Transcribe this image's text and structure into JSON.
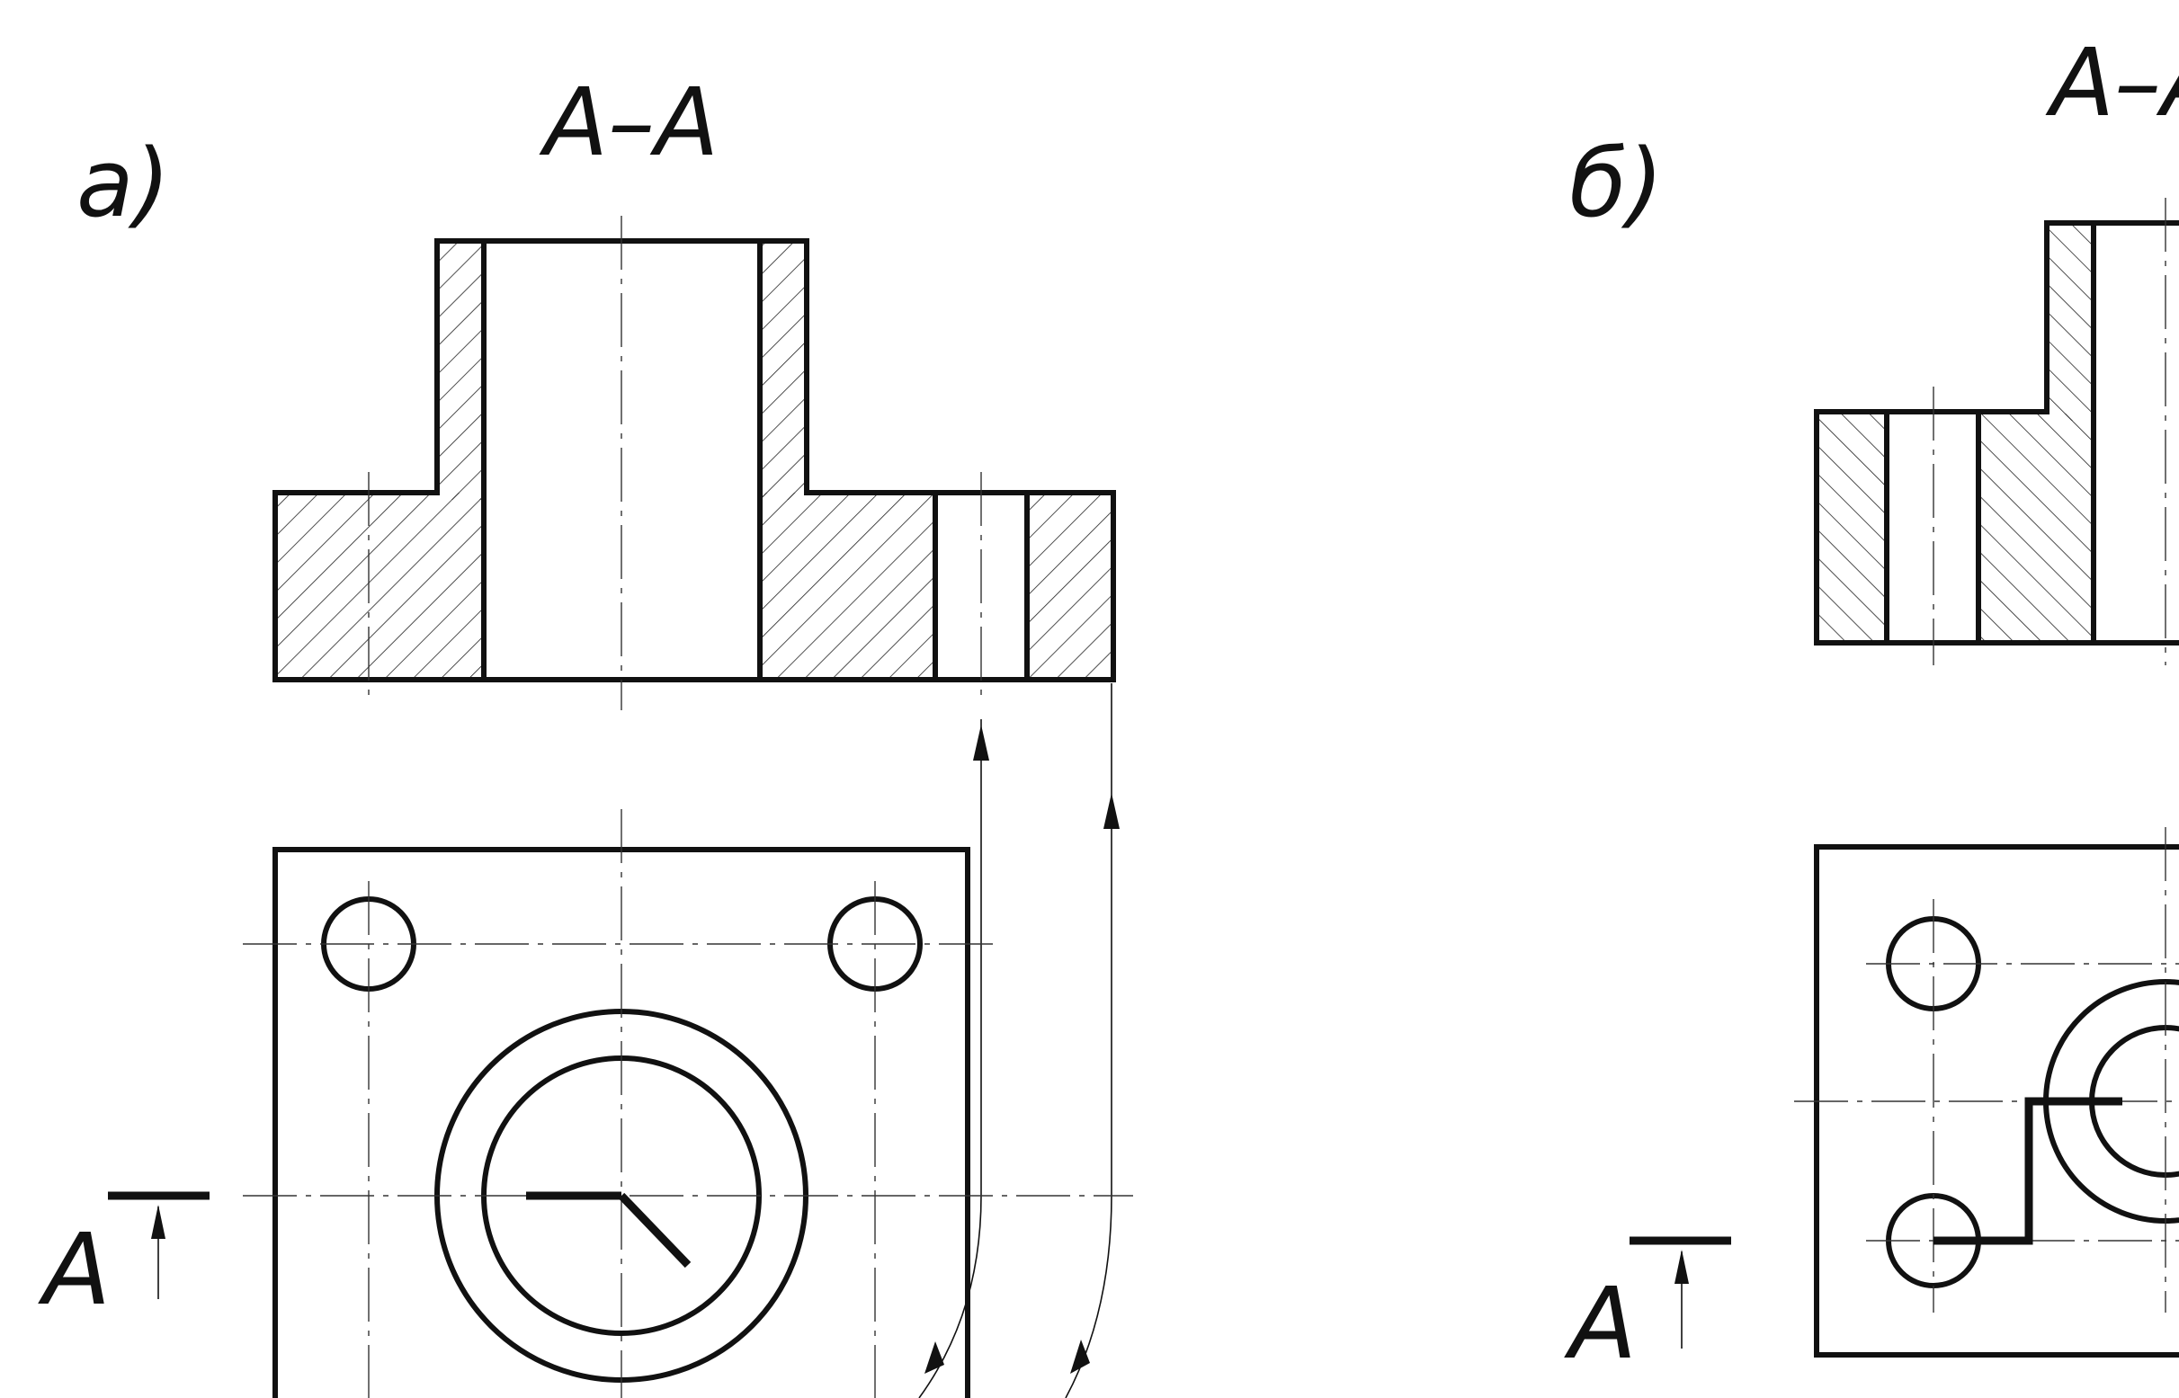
{
  "drawing": {
    "panel_a": {
      "label": "а)",
      "section_title": "А–А",
      "cut_letter": "А"
    },
    "panel_b": {
      "label": "б)",
      "section_title": "А–А",
      "cut_letter": "А"
    }
  }
}
